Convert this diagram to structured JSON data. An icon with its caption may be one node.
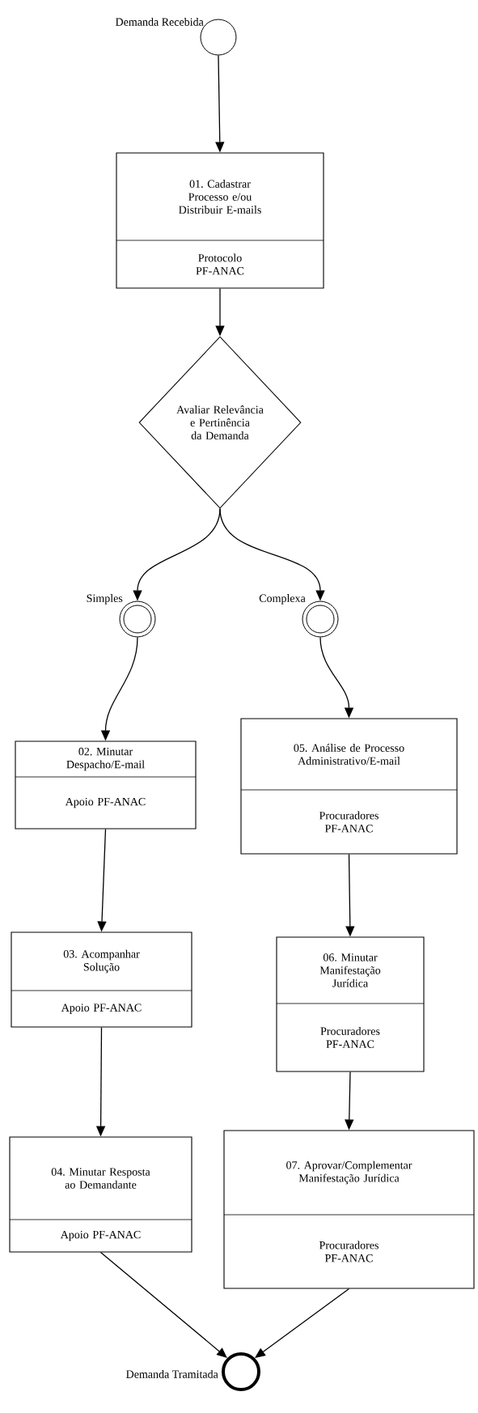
{
  "diagram": {
    "nodes": [
      {
        "text": [],
        "shape": "circle",
        "beside": [
          "Demanda Recebida"
        ]
      },
      {
        "text": [
          "01. Cadastrar Processo e/ou Distribuir E-mails",
          "Protocolo PF-ANAC"
        ]
      },
      {
        "text": [
          "Avaliar Relevância e Pertinência da Demanda"
        ]
      },
      {
        "text": [],
        "shape": "circle",
        "beside": [
          "Simples"
        ]
      },
      {
        "text": [],
        "shape": "circle",
        "beside": [
          "Complexa"
        ]
      },
      {
        "text": [
          "02. Minutar Despacho/E-mail",
          "Apoio PF-ANAC"
        ]
      },
      {
        "text": [
          "05. Análise de Processo Administrativo/E-mail",
          "Procuradores PF-ANAC"
        ]
      },
      {
        "text": [
          "03. Acompanhar Solução",
          "Apoio PF-ANAC"
        ]
      },
      {
        "text": [
          "06. Minutar Manifestação Jurídica",
          "Procuradores PF-ANAC"
        ]
      },
      {
        "text": [
          "04. Minutar Resposta ao Demandante",
          "Apoio PF-ANAC"
        ]
      },
      {
        "text": [
          "07. Aprovar/Complementar Manifestação Jurídica",
          "Procuradores PF-ANAC"
        ]
      },
      {
        "text": [],
        "shape": "circle",
        "beside": [
          "Demanda Tramitada"
        ]
      }
    ],
    "edges": [
      {
        "from": 0,
        "to": 1,
        "arrow": "to"
      },
      {
        "from": 1,
        "to": 2,
        "arrow": "to"
      },
      {
        "from": 2,
        "to": 3,
        "arrow": "to"
      },
      {
        "from": 2,
        "to": 4,
        "arrow": "to"
      },
      {
        "from": 3,
        "to": 5,
        "arrow": "to"
      },
      {
        "from": 4,
        "to": 6,
        "arrow": "to"
      },
      {
        "from": 5,
        "to": 7,
        "arrow": "to"
      },
      {
        "from": 7,
        "to": 9,
        "arrow": "to"
      },
      {
        "from": 6,
        "to": 8,
        "arrow": "to"
      },
      {
        "from": 8,
        "to": 10,
        "arrow": "to"
      },
      {
        "from": 9,
        "to": 11,
        "arrow": "to"
      },
      {
        "from": 10,
        "to": 11,
        "arrow": "to"
      }
    ]
  }
}
